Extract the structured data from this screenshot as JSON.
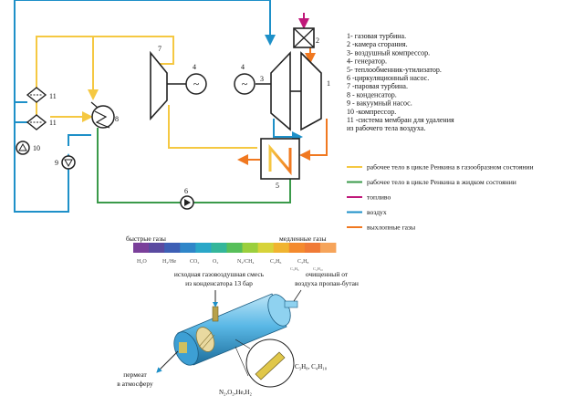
{
  "colors": {
    "gas_phase": "#f5c842",
    "liquid_phase": "#3a9a4a",
    "fuel": "#c0187a",
    "air": "#1e90c8",
    "exhaust": "#f07820",
    "equipment": "#222222"
  },
  "components": {
    "n1": "1",
    "n2": "2",
    "n3": "3",
    "n4a": "4",
    "n4b": "4",
    "n5": "5",
    "n6": "6",
    "n7": "7",
    "n8": "8",
    "n9": "9",
    "n10": "10",
    "n11a": "11",
    "n11b": "11",
    "generator_symbol": "~"
  },
  "numbered_list": [
    "1- газовая турбина.",
    "2 -камера сгорания.",
    "3- воздушный компрессор.",
    "4- генератор.",
    "5- теплообменник-утилизатор.",
    "6 -циркуляционный насос.",
    "7 -паровая турбина.",
    "8 - конденсатор.",
    "9 - вакуумный насос.",
    "10 -компрессор.",
    "11 -система мембран для удаления",
    "из рабочего тела воздуха."
  ],
  "legend": [
    {
      "label": "рабочее тело в цикле Ренкина в газообразном состоянии",
      "color_key": "gas_phase"
    },
    {
      "label": "рабочее тело в цикле Ренкина в жидком состоянии",
      "color_key": "liquid_phase"
    },
    {
      "label": "топливо",
      "color_key": "fuel"
    },
    {
      "label": "воздух",
      "color_key": "air"
    },
    {
      "label": "выхлопные газы",
      "color_key": "exhaust"
    }
  ],
  "membrane_scale": {
    "fast_label": "быстрые газы",
    "slow_label": "медленные газы",
    "gases": [
      "H₂O",
      "H₂/He",
      "CO₂",
      "O₂",
      "N₂/CH₄",
      "C₂H₆",
      "C₃H₈"
    ],
    "sub_a": "C₃H₆",
    "sub_b": "C₄H₁₀",
    "colors": [
      "#7a3f9a",
      "#5a4aa0",
      "#3d5fb5",
      "#2f86c9",
      "#2aa7c8",
      "#34b69a",
      "#57bf5a",
      "#9bcf3d",
      "#d7d33a",
      "#f0b430",
      "#f48a2e",
      "#f07a36",
      "#f6a45a"
    ]
  },
  "module": {
    "input_label_line1": "исходная газовоздушная смесь",
    "input_label_line2": "из конденсатора 13 бар",
    "output_label_line1": "очищенный от",
    "output_label_line2": "воздуха пропан-бутан",
    "permeate_line1": "пермеат",
    "permeate_line2": "в атмосферу",
    "hydrocarbons": "C₃H₈, C₄H₁₀",
    "light_gases": "N₂,O₂,He,H₂"
  }
}
